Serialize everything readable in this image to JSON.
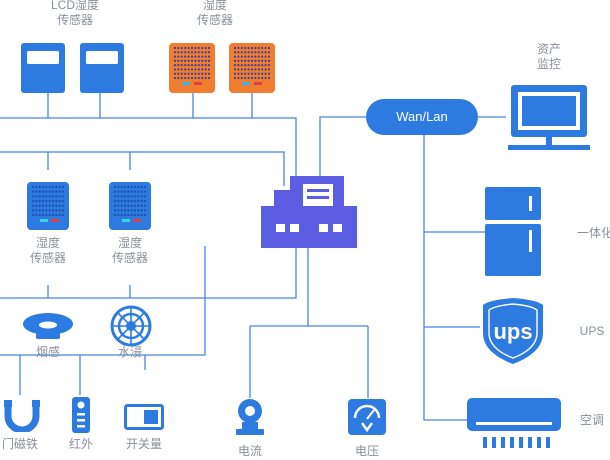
{
  "sensors_top": {
    "lcd": [
      "LCD湿度",
      "传感器"
    ],
    "humidity": [
      "湿度",
      "传感器"
    ]
  },
  "sensors_mid": {
    "humidity": [
      "湿度",
      "传感器"
    ],
    "humidity_2": [
      "湿度",
      "传感器"
    ]
  },
  "detectors": {
    "smoke": "烟感",
    "water": "水浸"
  },
  "inputs": {
    "door": "门磁铁",
    "infrared": "红外",
    "switch": "开关量"
  },
  "meters": {
    "current": "电流",
    "voltage": "电压"
  },
  "network": {
    "wan_label": "Wan/Lan",
    "monitor": [
      "资产",
      "监控"
    ]
  },
  "right_devices": {
    "cabinet": "一体化",
    "ups": "UPS",
    "ups_logo": "ups",
    "aircon": "空调"
  },
  "colors": {
    "blue": "#2d7be0",
    "orange": "#f07d30",
    "purple": "#5b5ee2",
    "line": "#4a82ea"
  }
}
